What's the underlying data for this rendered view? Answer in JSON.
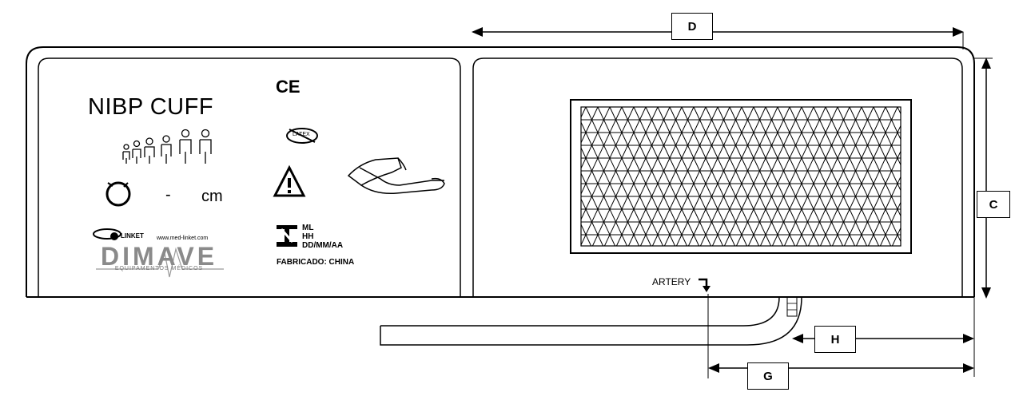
{
  "labels": {
    "title": "NIBP CUFF",
    "dash": "-",
    "unit": "cm",
    "ce_mark": "CE",
    "latex": "LATEX",
    "lot_ml": "ML",
    "lot_hh": "HH",
    "lot_date": "DD/MM/AA",
    "made_in": "FABRICADO: CHINA",
    "linket": "LINKET",
    "url": "www.med-linket.com",
    "brand": "DIMAVE",
    "brand_sub": "EQUIPAMENTOS  MÉDICOS",
    "artery": "ARTERY"
  },
  "dimensions": {
    "d": "D",
    "c": "C",
    "h": "H",
    "g": "G"
  }
}
